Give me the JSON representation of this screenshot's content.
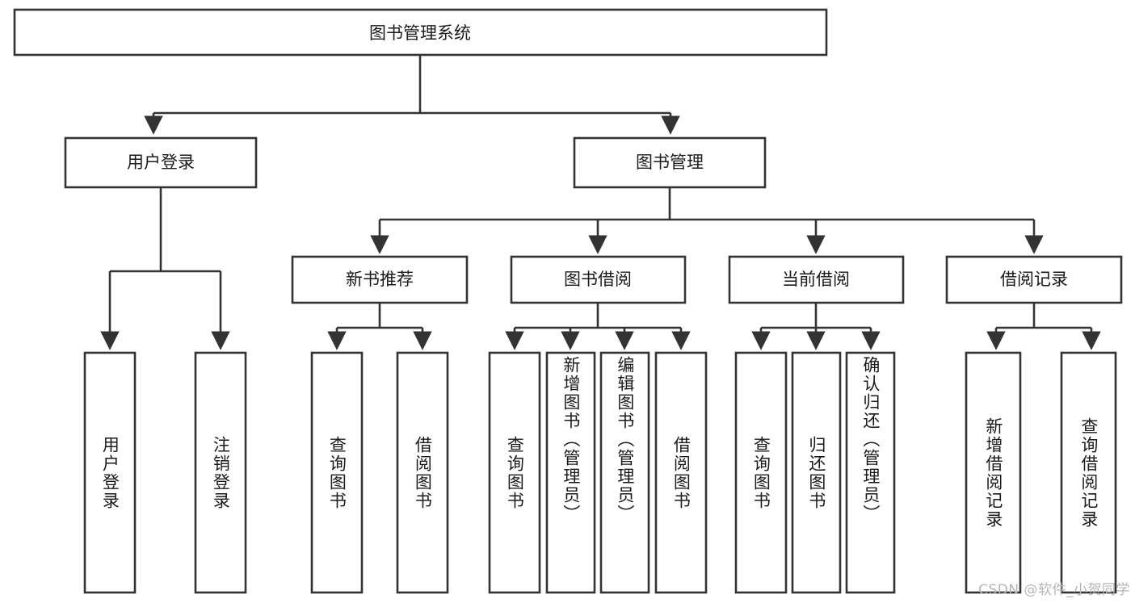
{
  "diagram": {
    "title": "图书管理系统",
    "type": "tree-hierarchy-diagram",
    "colors": {
      "stroke": "#333333",
      "fill": "#ffffff",
      "text": "#1a1a1a",
      "watermark": "#b5b5b5"
    },
    "root": {
      "label": "图书管理系统"
    },
    "level2": [
      {
        "label": "用户登录"
      },
      {
        "label": "图书管理"
      }
    ],
    "level3": [
      {
        "label": "新书推荐"
      },
      {
        "label": "图书借阅"
      },
      {
        "label": "当前借阅"
      },
      {
        "label": "借阅记录"
      }
    ],
    "leaves": {
      "user_login": [
        {
          "label": "用户登录"
        },
        {
          "label": "注销登录"
        }
      ],
      "new_book_recommend": [
        {
          "label": "查询图书"
        },
        {
          "label": "借阅图书"
        }
      ],
      "book_borrow": [
        {
          "label": "查询图书"
        },
        {
          "label": "新增图书（管理员）"
        },
        {
          "label": "编辑图书（管理员）"
        },
        {
          "label": "借阅图书"
        }
      ],
      "current_borrow": [
        {
          "label": "查询图书"
        },
        {
          "label": "归还图书"
        },
        {
          "label": "确认归还（管理员）"
        }
      ],
      "borrow_record": [
        {
          "label": "新增借阅记录"
        },
        {
          "label": "查询借阅记录"
        }
      ]
    }
  },
  "watermark": {
    "text": "CSDN @软件_小贺同学"
  }
}
